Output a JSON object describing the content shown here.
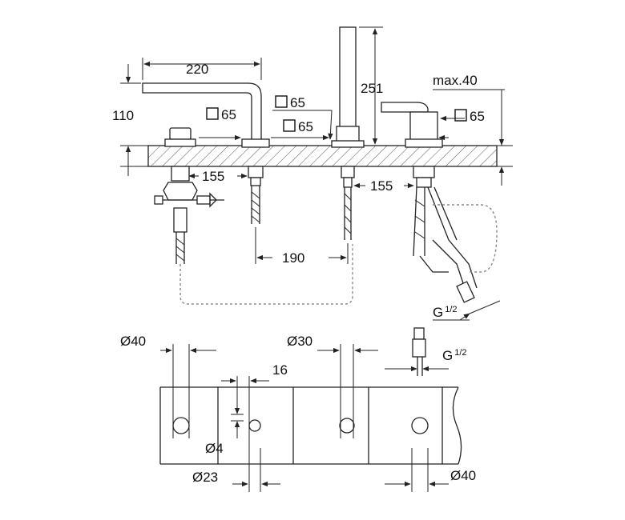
{
  "labels": {
    "spout_length": "220",
    "spout_height": "110",
    "sq_spout": "65",
    "sq_valve_upper": "65",
    "sq_valve_lower": "65",
    "shower_height": "251",
    "lever_reach": "max.40",
    "sq_mixer": "65",
    "spacing_left": "155",
    "spacing_right": "155",
    "hose_spacing": "190",
    "conn_thread_top_base": "G",
    "conn_thread_top_frac": "1/2",
    "conn_thread_bottom_base": "G",
    "conn_thread_bottom_frac": "1/2",
    "hole_d40_left": "Ø40",
    "hole_d30": "Ø30",
    "offset_16": "16",
    "hole_d4": "Ø4",
    "hole_d23": "Ø23",
    "hole_d40_right": "Ø40"
  },
  "colors": {
    "line": "#222222",
    "hatch": "#555555",
    "hose": "#888888"
  }
}
